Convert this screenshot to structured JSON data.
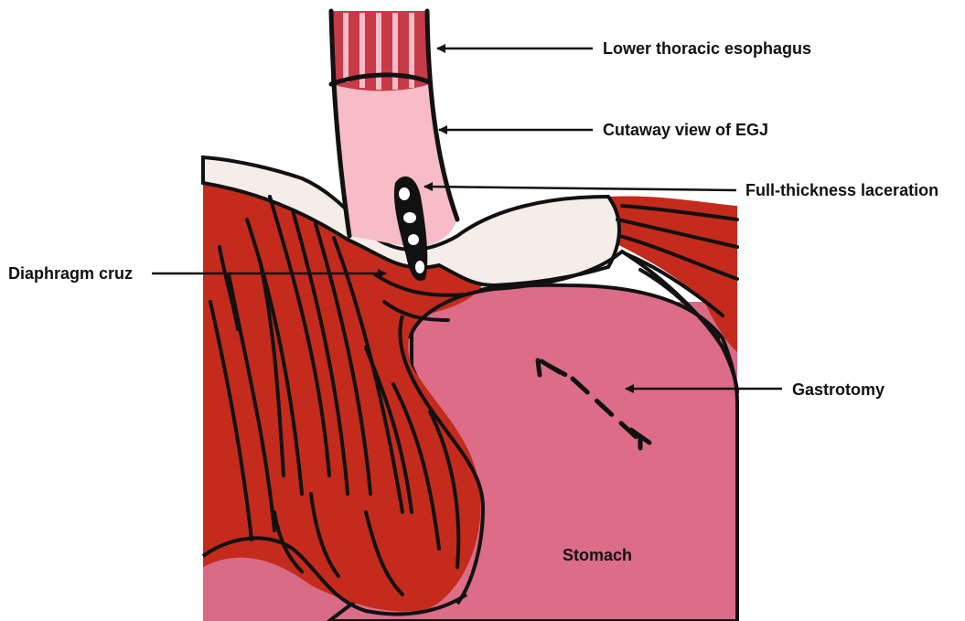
{
  "labels": {
    "lower_esophagus": "Lower thoracic esophagus",
    "cutaway": "Cutaway view of EGJ",
    "laceration": "Full-thickness laceration",
    "cruz": "Diaphragm cruz",
    "gastrotomy": "Gastrotomy",
    "stomach": "Stomach"
  },
  "colors": {
    "stomach": "#d96a86",
    "stomach_shadow": "#c95570",
    "muscle": "#c42b1c",
    "tendon": "#f4ede8",
    "esophagus_inner": "#f7bcc6",
    "outline": "#111111"
  }
}
